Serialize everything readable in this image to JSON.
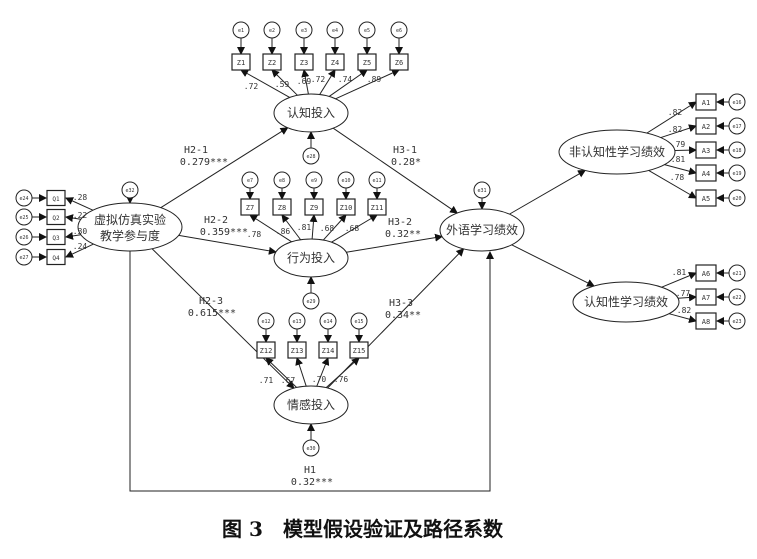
{
  "caption": {
    "figure": "图 3",
    "title": "模型假设验证及路径系数"
  },
  "latents": {
    "vr": {
      "line1": "虚拟仿真实验",
      "line2": "教学参与度",
      "error": "e32"
    },
    "cog": {
      "label": "认知投入",
      "error": "e28"
    },
    "beh": {
      "label": "行为投入",
      "error": "e29"
    },
    "emo": {
      "label": "情感投入",
      "error": "e30"
    },
    "perf": {
      "label": "外语学习绩效",
      "error": "e31"
    },
    "noncog": {
      "label": "非认知性学习绩效"
    },
    "cogperf": {
      "label": "认知性学习绩效"
    }
  },
  "indicators": {
    "q": [
      {
        "name": "Q1",
        "error": "e24",
        "loading": ".28"
      },
      {
        "name": "Q2",
        "error": "e25",
        "loading": ".22"
      },
      {
        "name": "Q3",
        "error": "e26",
        "loading": ".30"
      },
      {
        "name": "Q4",
        "error": "e27",
        "loading": ".24"
      }
    ],
    "cog": [
      {
        "name": "Z1",
        "error": "e1",
        "loading": ".72"
      },
      {
        "name": "Z2",
        "error": "e2",
        "loading": ".59"
      },
      {
        "name": "Z3",
        "error": "e3",
        "loading": ".69"
      },
      {
        "name": "Z4",
        "error": "e4",
        "loading": ".72"
      },
      {
        "name": "Z5",
        "error": "e5",
        "loading": ".74"
      },
      {
        "name": "Z6",
        "error": "e6",
        "loading": ".89"
      }
    ],
    "beh": [
      {
        "name": "Z7",
        "error": "e7",
        "loading": ".78"
      },
      {
        "name": "Z8",
        "error": "e8",
        "loading": ".86"
      },
      {
        "name": "Z9",
        "error": "e9",
        "loading": ".81"
      },
      {
        "name": "Z10",
        "error": "e10",
        "loading": ".68"
      },
      {
        "name": "Z11",
        "error": "e11",
        "loading": ".68"
      }
    ],
    "emo": [
      {
        "name": "Z12",
        "error": "e12",
        "loading": ".71"
      },
      {
        "name": "Z13",
        "error": "e13",
        "loading": ".67"
      },
      {
        "name": "Z14",
        "error": "e14",
        "loading": ".70"
      },
      {
        "name": "Z15",
        "error": "e15",
        "loading": ".76"
      }
    ],
    "noncog": [
      {
        "name": "A1",
        "error": "e16",
        "loading": ".82"
      },
      {
        "name": "A2",
        "error": "e17",
        "loading": ".82"
      },
      {
        "name": "A3",
        "error": "e18",
        "loading": ".79"
      },
      {
        "name": "A4",
        "error": "e19",
        "loading": ".81"
      },
      {
        "name": "A5",
        "error": "e20",
        "loading": ".78"
      }
    ],
    "cogperf": [
      {
        "name": "A6",
        "error": "e21",
        "loading": ".81"
      },
      {
        "name": "A7",
        "error": "e22",
        "loading": ".77"
      },
      {
        "name": "A8",
        "error": "e23",
        "loading": ".82"
      }
    ]
  },
  "paths": {
    "H2_1": {
      "label": "H2-1",
      "coef": "0.279***"
    },
    "H2_2": {
      "label": "H2-2",
      "coef": "0.359***"
    },
    "H2_3": {
      "label": "H2-3",
      "coef": "0.615***"
    },
    "H3_1": {
      "label": "H3-1",
      "coef": "0.28*"
    },
    "H3_2": {
      "label": "H3-2",
      "coef": "0.32**"
    },
    "H3_3": {
      "label": "H3-3",
      "coef": "0.34**"
    },
    "H1": {
      "label": "H1",
      "coef": "0.32***"
    }
  }
}
